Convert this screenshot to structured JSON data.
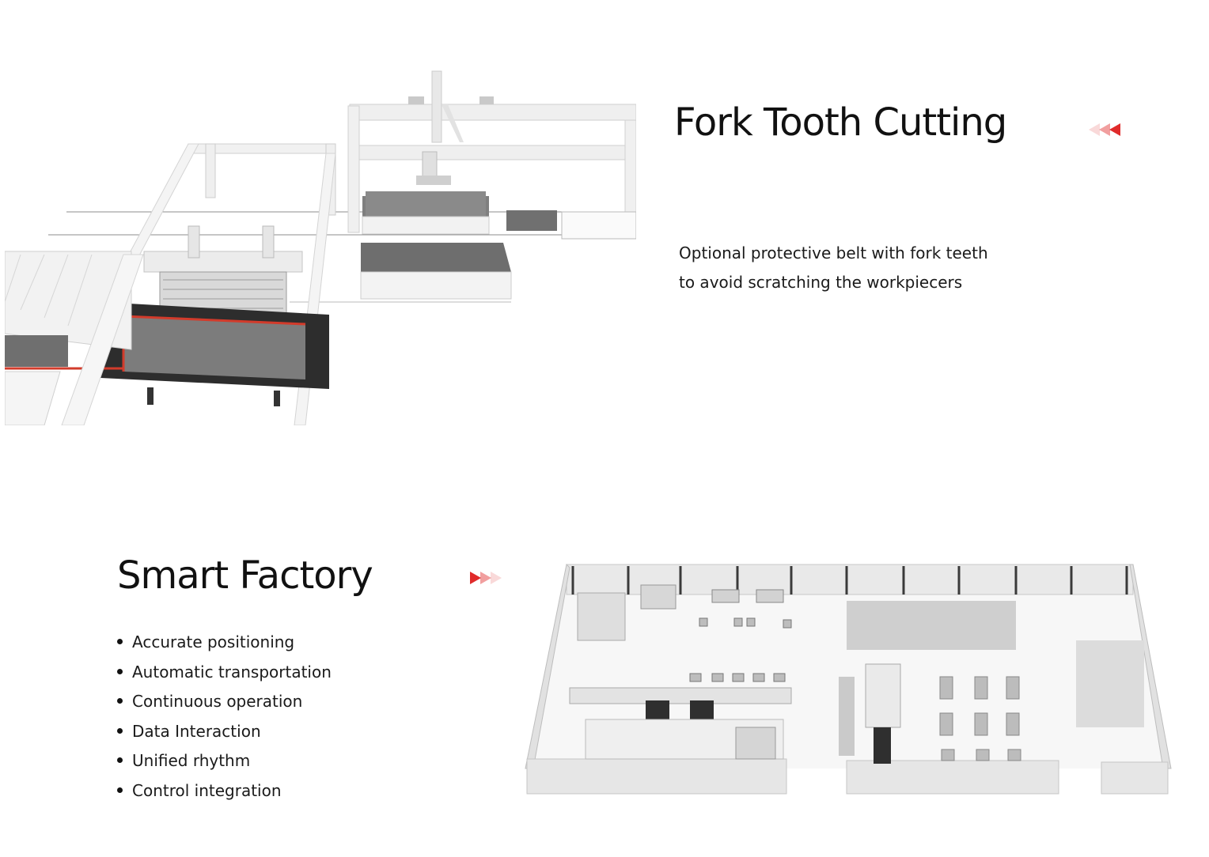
{
  "fork_section": {
    "title": "Fork Tooth Cutting",
    "description_lines": [
      "Optional protective belt with fork teeth",
      "to avoid scratching the workpiecers"
    ],
    "arrow_icon": "triple-left-arrow-icon",
    "accent_color": "#e02b2b"
  },
  "smart_section": {
    "title": "Smart Factory",
    "features": [
      "Accurate positioning",
      "Automatic transportation",
      "Continuous operation",
      "Data Interaction",
      "Unified rhythm",
      "Control integration"
    ],
    "arrow_icon": "triple-right-arrow-icon",
    "accent_color": "#e02b2b"
  }
}
